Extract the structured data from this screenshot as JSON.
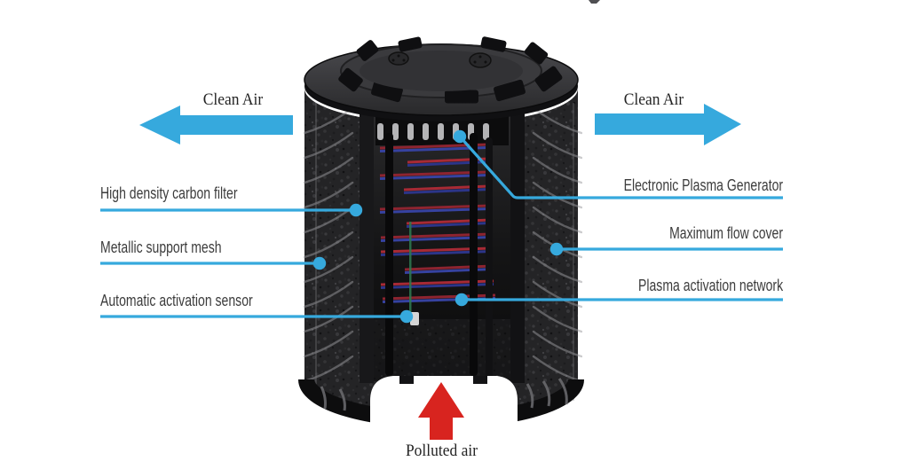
{
  "illustration": {
    "name": "air-purifier-filter-cutaway-diagram",
    "device": "Cylindrical plasma air filter shown in cutaway"
  },
  "colors": {
    "accent_blue": "#36a9dd",
    "arrow_red": "#d8241f",
    "label_text": "#3c3c3c",
    "serif_text": "#242424",
    "background": "#ffffff"
  },
  "flow_arrows": {
    "clean_air_left": {
      "label": "Clean Air",
      "direction": "left"
    },
    "clean_air_right": {
      "label": "Clean Air",
      "direction": "right"
    },
    "polluted_air": {
      "label": "Polluted air",
      "direction": "up"
    }
  },
  "part_labels": {
    "left": [
      {
        "text": "High density carbon filter"
      },
      {
        "text": "Metallic support mesh"
      },
      {
        "text": "Automatic activation sensor"
      }
    ],
    "right": [
      {
        "text": "Electronic Plasma Generator"
      },
      {
        "text": "Maximum flow cover"
      },
      {
        "text": "Plasma activation network"
      }
    ]
  }
}
